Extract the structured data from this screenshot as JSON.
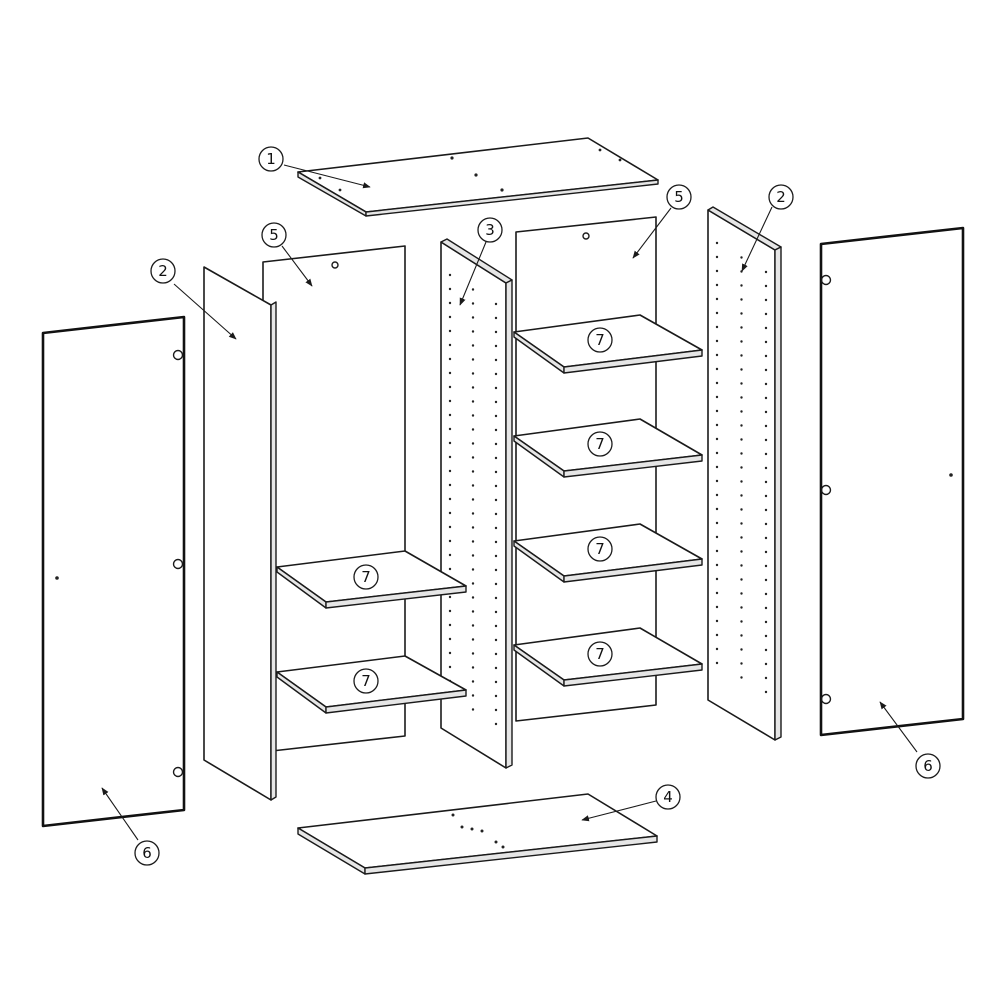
{
  "diagram": {
    "type": "exploded-assembly",
    "callouts": [
      {
        "id": "c1",
        "label": "1"
      },
      {
        "id": "c2a",
        "label": "2"
      },
      {
        "id": "c2b",
        "label": "2"
      },
      {
        "id": "c3",
        "label": "3"
      },
      {
        "id": "c4",
        "label": "4"
      },
      {
        "id": "c5a",
        "label": "5"
      },
      {
        "id": "c5b",
        "label": "5"
      },
      {
        "id": "c6a",
        "label": "6"
      },
      {
        "id": "c6b",
        "label": "6"
      },
      {
        "id": "c7a",
        "label": "7"
      },
      {
        "id": "c7b",
        "label": "7"
      },
      {
        "id": "c7c",
        "label": "7"
      },
      {
        "id": "c7d",
        "label": "7"
      },
      {
        "id": "c7e",
        "label": "7"
      },
      {
        "id": "c7f",
        "label": "7"
      }
    ],
    "colors": {
      "line": "#1a1a1a",
      "background": "#ffffff"
    }
  }
}
